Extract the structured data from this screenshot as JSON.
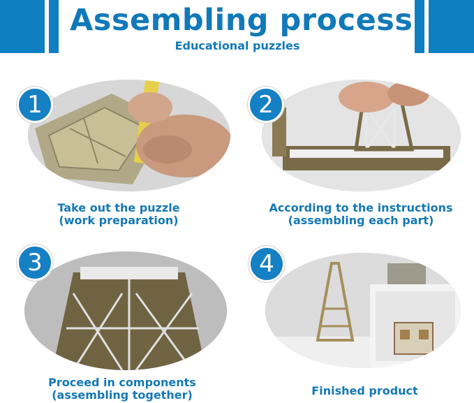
{
  "header": {
    "title": "Assembling process",
    "subtitle": "Educational puzzles",
    "accent_color": "#0e7fc0"
  },
  "steps": [
    {
      "number": "1",
      "caption_line1": "Take out the puzzle",
      "caption_line2": "(work preparation)",
      "photo": "hands-removing-puzzle-pieces"
    },
    {
      "number": "2",
      "caption_line1": "According to the instructions",
      "caption_line2": "(assembling each part)",
      "photo": "fingers-attaching-tower-part"
    },
    {
      "number": "3",
      "caption_line1": "Proceed in components",
      "caption_line2": "(assembling together)",
      "photo": "tower-base-legs-closeup"
    },
    {
      "number": "4",
      "caption_line1": "Finished product",
      "caption_line2": "",
      "photo": "finished-models-on-shelf"
    }
  ]
}
